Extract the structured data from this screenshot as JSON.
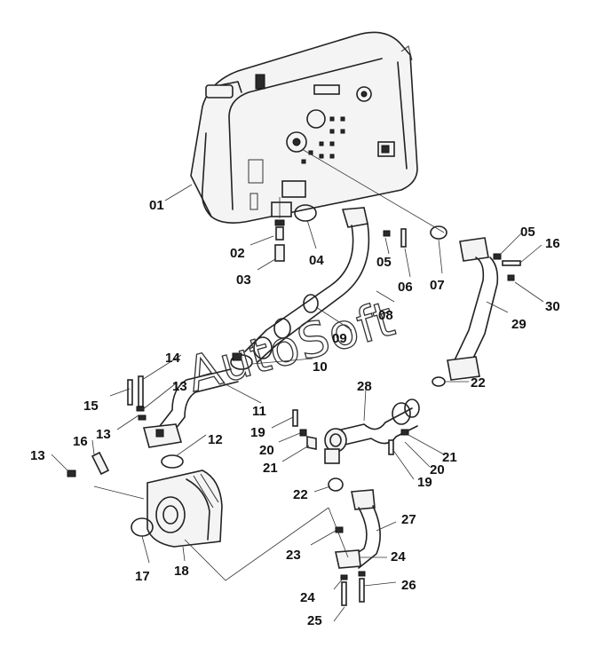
{
  "watermark": "AutoSoft",
  "callouts": {
    "c01": "01",
    "c02": "02",
    "c03": "03",
    "c04": "04",
    "c05a": "05",
    "c05b": "05",
    "c06": "06",
    "c07": "07",
    "c08": "08",
    "c09": "09",
    "c10": "10",
    "c11": "11",
    "c12": "12",
    "c13a": "13",
    "c13b": "13",
    "c13c": "13",
    "c14": "14",
    "c15": "15",
    "c16a": "16",
    "c16b": "16",
    "c17": "17",
    "c18": "18",
    "c19a": "19",
    "c19b": "19",
    "c20a": "20",
    "c20b": "20",
    "c21a": "21",
    "c21b": "21",
    "c22a": "22",
    "c22b": "22",
    "c23": "23",
    "c24a": "24",
    "c24b": "24",
    "c25": "25",
    "c26": "26",
    "c27": "27",
    "c28": "28",
    "c29": "29",
    "c30": "30"
  }
}
